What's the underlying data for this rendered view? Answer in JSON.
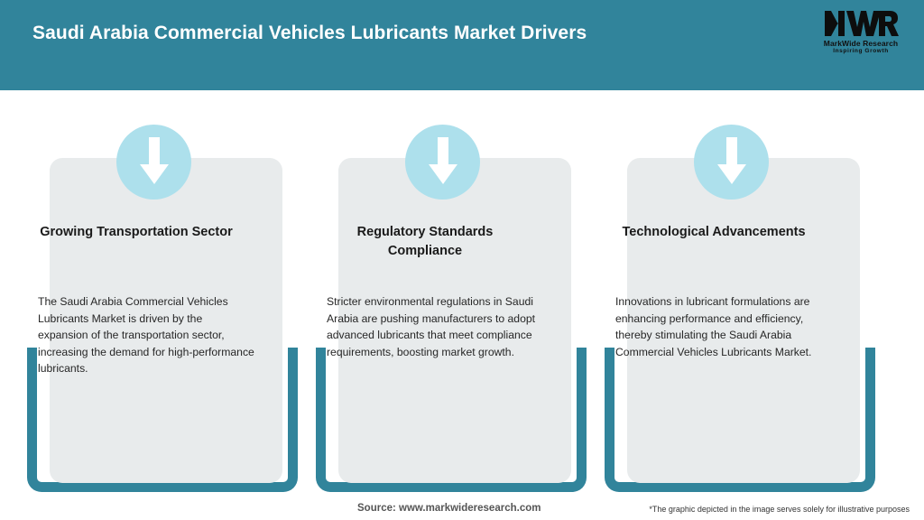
{
  "header": {
    "title": "Saudi Arabia Commercial Vehicles Lubricants Market Drivers",
    "bar_color": "#31849b",
    "title_color": "#ffffff"
  },
  "logo": {
    "mark": "MWR",
    "name": "MarkWide Research",
    "tagline": "Inspiring Growth"
  },
  "cards": [
    {
      "icon": "down-arrow-icon",
      "heading": "Growing Transportation Sector",
      "body": "The Saudi Arabia Commercial Vehicles Lubricants Market is driven by the expansion of the transportation sector, increasing the demand for high-performance lubricants."
    },
    {
      "icon": "down-arrow-icon",
      "heading": "Regulatory Standards Compliance",
      "body": "Stricter environmental regulations in Saudi Arabia are pushing manufacturers to adopt advanced lubricants that meet compliance requirements, boosting market growth."
    },
    {
      "icon": "down-arrow-icon",
      "heading": "Technological Advancements",
      "body": "Innovations in lubricant formulations are enhancing performance and efficiency, thereby stimulating the Saudi Arabia Commercial Vehicles Lubricants Market."
    }
  ],
  "footer": {
    "source": "Source: www.markwideresearch.com",
    "note": "*The graphic depicted in the image serves solely for illustrative purposes"
  },
  "colors": {
    "teal": "#31849b",
    "light_blue": "#ade0ec",
    "panel_gray": "#e8ebec"
  }
}
